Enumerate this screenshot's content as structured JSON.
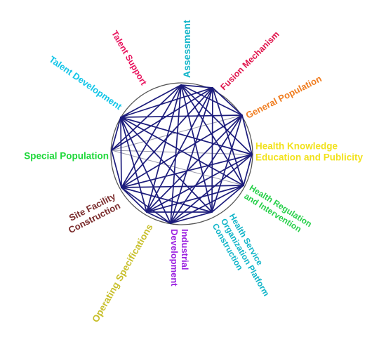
{
  "diagram": {
    "nodes": [
      {
        "label": [
          "Assessment"
        ],
        "color": "#12b5c9"
      },
      {
        "label": [
          "Fusion Mechanism"
        ],
        "color": "#e0144c"
      },
      {
        "label": [
          "General Population"
        ],
        "color": "#f07d20"
      },
      {
        "label": [
          "Health Knowledge",
          "Education and Publicity"
        ],
        "color": "#f2e21c"
      },
      {
        "label": [
          "Health Regulation",
          "and Intervention"
        ],
        "color": "#27d04a"
      },
      {
        "label": [
          "Health Service",
          "Organization Platform",
          "Construction"
        ],
        "color": "#12b5c9"
      },
      {
        "label": [
          "Industrial",
          "Development"
        ],
        "color": "#9b1fe0"
      },
      {
        "label": [
          "Operating Specifications"
        ],
        "color": "#c8bf2a"
      },
      {
        "label": [
          "Site Facility",
          "Construction"
        ],
        "color": "#7a2b2b"
      },
      {
        "label": [
          "Special Population"
        ],
        "color": "#1ed83a"
      },
      {
        "label": [
          "Talent Development"
        ],
        "color": "#12c5e8"
      },
      {
        "label": [
          "Talent Support"
        ],
        "color": "#e8145e"
      }
    ],
    "edge_color": "#1c1c7c",
    "circle_color": "#555555",
    "light_edge_color": "#9999aa",
    "edges": [
      [
        0,
        1
      ],
      [
        0,
        2
      ],
      [
        0,
        3
      ],
      [
        0,
        4
      ],
      [
        0,
        5
      ],
      [
        0,
        6
      ],
      [
        0,
        7
      ],
      [
        0,
        8
      ],
      [
        0,
        9
      ],
      [
        0,
        10
      ],
      [
        1,
        2
      ],
      [
        1,
        4
      ],
      [
        1,
        5
      ],
      [
        1,
        6
      ],
      [
        1,
        7
      ],
      [
        1,
        8
      ],
      [
        1,
        9
      ],
      [
        1,
        10
      ],
      [
        2,
        3
      ],
      [
        2,
        5
      ],
      [
        2,
        6
      ],
      [
        2,
        7
      ],
      [
        2,
        8
      ],
      [
        2,
        10
      ],
      [
        3,
        4
      ],
      [
        3,
        6
      ],
      [
        3,
        7
      ],
      [
        3,
        8
      ],
      [
        3,
        10
      ],
      [
        4,
        5
      ],
      [
        4,
        6
      ],
      [
        4,
        7
      ],
      [
        4,
        8
      ],
      [
        4,
        10
      ],
      [
        5,
        6
      ],
      [
        5,
        7
      ],
      [
        5,
        8
      ],
      [
        5,
        10
      ],
      [
        6,
        7
      ],
      [
        6,
        8
      ],
      [
        6,
        10
      ],
      [
        7,
        8
      ],
      [
        7,
        10
      ],
      [
        8,
        9
      ],
      [
        8,
        10
      ],
      [
        9,
        10
      ]
    ],
    "light_edges": [
      [
        2,
        9
      ],
      [
        3,
        9
      ],
      [
        4,
        9
      ]
    ]
  }
}
